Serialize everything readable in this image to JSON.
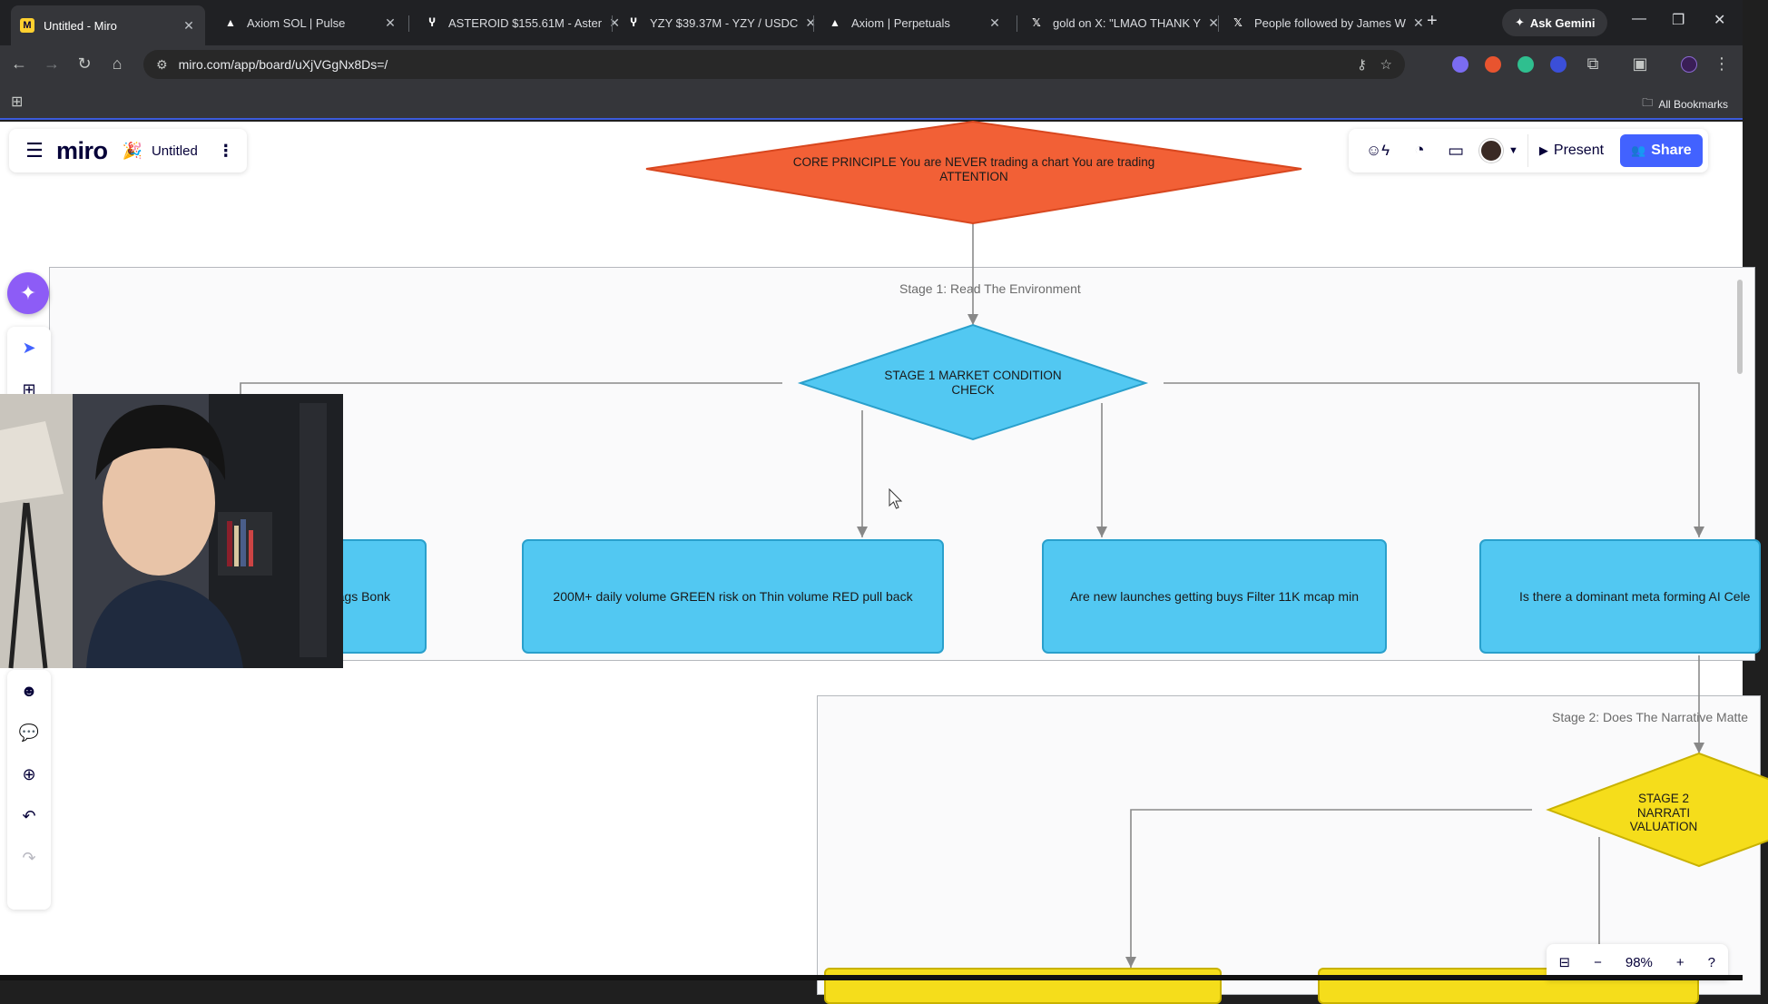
{
  "browser": {
    "tabs": [
      {
        "title": "Untitled - Miro",
        "icon": "miro-favicon",
        "active": true
      },
      {
        "title": "Axiom SOL | Pulse",
        "icon": "axiom-favicon"
      },
      {
        "title": "ASTEROID $155.61M - Aster",
        "icon": "asteroid-favicon"
      },
      {
        "title": "YZY $39.37M - YZY / USDC",
        "icon": "yzy-favicon"
      },
      {
        "title": "Axiom | Perpetuals",
        "icon": "axiom-favicon"
      },
      {
        "title": "gold on X: \"LMAO THANK Y",
        "icon": "x-favicon"
      },
      {
        "title": "People followed by James W",
        "icon": "x-favicon"
      }
    ],
    "gemini_label": "Ask Gemini",
    "url": "miro.com/app/board/uXjVGgNx8Ds=/",
    "all_bookmarks": "All Bookmarks"
  },
  "miro": {
    "logo": "miro",
    "board_name": "Untitled",
    "present_label": "Present",
    "share_label": "Share",
    "zoom_level": "98%"
  },
  "board": {
    "core_principle": "CORE PRINCIPLE You are NEVER trading a chart You are trading ATTENTION",
    "stage1": {
      "frame_title": "Stage 1: Read The Environment",
      "decision": "STAGE 1 MARKET CONDITION CHECK",
      "cards": [
        "ags Bonk",
        "200M+ daily volume GREEN risk on Thin volume RED pull back",
        "Are new launches getting buys Filter 11K mcap min",
        "Is there a dominant meta forming AI Cele"
      ]
    },
    "stage2": {
      "frame_title": "Stage 2: Does The Narrative Matte",
      "decision": "STAGE 2 NARRATI VALUATION"
    }
  },
  "colors": {
    "core_fill": "#f26036",
    "stage1_fill": "#52c8f2",
    "stage2_fill": "#f5dd1b",
    "share_button": "#4262ff",
    "ai_button": "#8d5cf6"
  }
}
